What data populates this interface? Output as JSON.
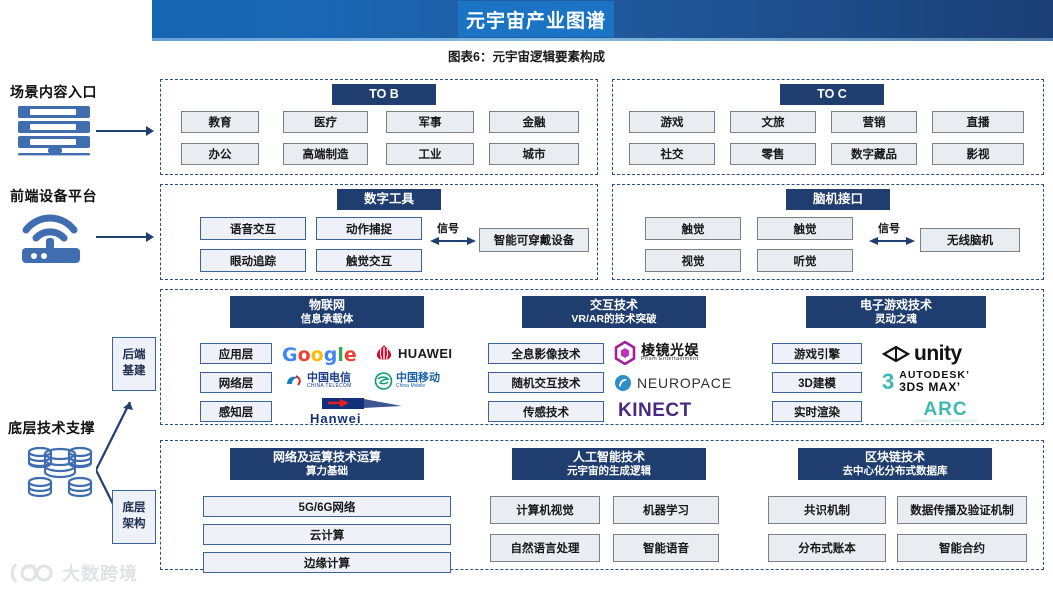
{
  "header": {
    "title": "元宇宙产业图谱",
    "caption": "图表6：元宇宙逻辑要素构成",
    "banner_color": "#1b4f8c",
    "title_block_color": "#1b73c4"
  },
  "rail": {
    "labels": [
      {
        "text": "场景内容入口",
        "icon": "server-stack-icon"
      },
      {
        "text": "前端设备平台",
        "icon": "wifi-router-icon"
      },
      {
        "text": "底层技术支撑",
        "icon": "database-cluster-icon"
      }
    ],
    "side_boxes": [
      {
        "line1": "后端",
        "line2": "基建"
      },
      {
        "line1": "底层",
        "line2": "架构"
      }
    ]
  },
  "row_scene": {
    "panels": [
      {
        "chip": {
          "title": "TO B",
          "sub": ""
        },
        "items": [
          "教育",
          "医疗",
          "军事",
          "金融",
          "办公",
          "高端制造",
          "工业",
          "城市"
        ]
      },
      {
        "chip": {
          "title": "TO C",
          "sub": ""
        },
        "items": [
          "游戏",
          "文旅",
          "营销",
          "直播",
          "社交",
          "零售",
          "数字藏品",
          "影视"
        ]
      }
    ]
  },
  "row_device": {
    "panels": [
      {
        "chip": {
          "title": "数字工具",
          "sub": ""
        },
        "items": [
          "语音交互",
          "动作捕捉",
          "眼动追踪",
          "触觉交互"
        ],
        "signal_label": "信号",
        "target": "智能可穿戴设备"
      },
      {
        "chip": {
          "title": "脑机接口",
          "sub": ""
        },
        "items": [
          "触觉",
          "触觉",
          "视觉",
          "听觉"
        ],
        "signal_label": "信号",
        "target": "无线脑机"
      }
    ]
  },
  "row_backend": {
    "panels": [
      {
        "chip": {
          "title": "物联网",
          "sub": "信息承载体"
        },
        "items": [
          "应用层",
          "网络层",
          "感知层"
        ],
        "logos": [
          "Google",
          "HUAWEI",
          "中国电信 CHINA TELECOM",
          "中国移动 China Mobile",
          "Hanwei"
        ]
      },
      {
        "chip": {
          "title": "交互技术",
          "sub": "VR/AR的技术突破"
        },
        "items": [
          "全息影像技术",
          "随机交互技术",
          "传感技术"
        ],
        "logos": [
          "棱镜光娱 Prism Entertainment",
          "NEUROPACE",
          "KINECT"
        ]
      },
      {
        "chip": {
          "title": "电子游戏技术",
          "sub": "灵动之魂"
        },
        "items": [
          "游戏引擎",
          "3D建模",
          "实时渲染"
        ],
        "logos": [
          "unity",
          "AUTODESK 3DS MAX",
          "ARC"
        ]
      }
    ]
  },
  "row_foundation": {
    "panels": [
      {
        "chip": {
          "title": "网络及运算技术运算",
          "sub": "算力基础"
        },
        "items": [
          "5G/6G网络",
          "云计算",
          "边缘计算"
        ]
      },
      {
        "chip": {
          "title": "人工智能技术",
          "sub": "元宇宙的生成逻辑"
        },
        "items": [
          "计算机视觉",
          "机器学习",
          "自然语言处理",
          "智能语音"
        ]
      },
      {
        "chip": {
          "title": "区块链技术",
          "sub": "去中心化分布式数据库"
        },
        "items": [
          "共识机制",
          "数据传播及验证机制",
          "分布式账本",
          "智能合约"
        ]
      }
    ]
  },
  "watermark": {
    "text": "大数跨境",
    "badge": "100"
  }
}
